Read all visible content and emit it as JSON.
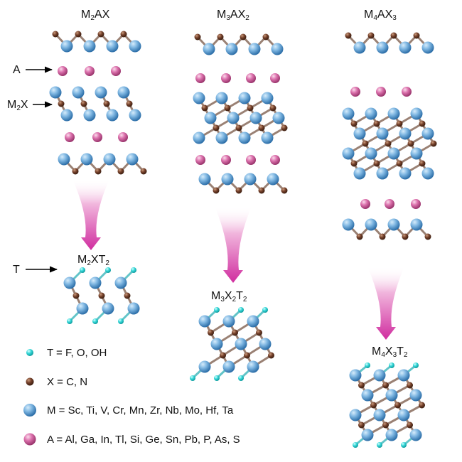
{
  "columns": [
    {
      "id": "m2ax",
      "title": {
        "parts": [
          {
            "t": "M"
          },
          {
            "s": "2"
          },
          {
            "t": "AX"
          }
        ]
      },
      "product": {
        "parts": [
          {
            "t": "M"
          },
          {
            "s": "2"
          },
          {
            "t": "XT"
          },
          {
            "s": "2"
          }
        ]
      }
    },
    {
      "id": "m3ax2",
      "title": {
        "parts": [
          {
            "t": "M"
          },
          {
            "s": "3"
          },
          {
            "t": "AX"
          },
          {
            "s": "2"
          }
        ]
      },
      "product": {
        "parts": [
          {
            "t": "M"
          },
          {
            "s": "3"
          },
          {
            "t": "X"
          },
          {
            "s": "2"
          },
          {
            "t": "T"
          },
          {
            "s": "2"
          }
        ]
      }
    },
    {
      "id": "m4ax3",
      "title": {
        "parts": [
          {
            "t": "M"
          },
          {
            "s": "4"
          },
          {
            "t": "AX"
          },
          {
            "s": "3"
          }
        ]
      },
      "product": {
        "parts": [
          {
            "t": "M"
          },
          {
            "s": "4"
          },
          {
            "t": "X"
          },
          {
            "s": "3"
          },
          {
            "t": "T"
          },
          {
            "s": "2"
          }
        ]
      }
    }
  ],
  "annotations": {
    "a": {
      "parts": [
        {
          "t": "A"
        }
      ]
    },
    "m2x": {
      "parts": [
        {
          "t": "M"
        },
        {
          "s": "2"
        },
        {
          "t": "X"
        }
      ]
    },
    "t": {
      "parts": [
        {
          "t": "T"
        }
      ]
    }
  },
  "legend": [
    {
      "atom": "T",
      "text": "T = F, O, OH",
      "color": "#2fd3d3"
    },
    {
      "atom": "X",
      "text": "X = C, N",
      "color": "#6b3a22"
    },
    {
      "atom": "M",
      "text": "M = Sc, Ti, V, Cr, Mn, Zr, Nb, Mo, Hf, Ta",
      "color": "#5a9fd4"
    },
    {
      "atom": "A",
      "text": "A = Al, Ga, In, Tl, Si, Ge, Sn, Pb, P, As, S",
      "color": "#d866a6"
    }
  ],
  "colors": {
    "m_atom": "#5a9fd4",
    "x_atom": "#6b3a22",
    "a_atom": "#d866a6",
    "t_atom": "#2fd3d3",
    "arrow": "#d02d9f"
  }
}
